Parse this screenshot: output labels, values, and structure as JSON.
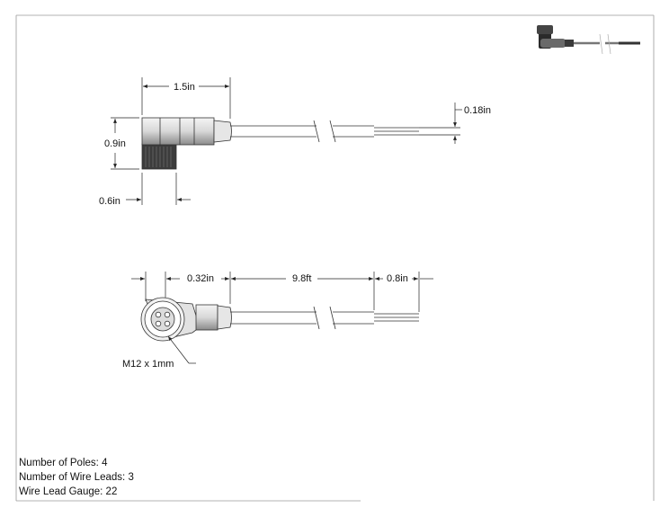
{
  "dimensions": {
    "overall_length": "1.5in",
    "lead_dia": "0.18in",
    "height": "0.9in",
    "nut_width": "0.6in",
    "offset": "0.32in",
    "cable_length": "9.8ft",
    "strip_length": "0.8in",
    "thread": "M12 x 1mm"
  },
  "specs": {
    "poles_label": "Number of Poles:",
    "poles_value": "4",
    "leads_label": "Number of Wire Leads:",
    "leads_value": "3",
    "gauge_label": "Wire Lead Gauge:",
    "gauge_value": "22"
  }
}
